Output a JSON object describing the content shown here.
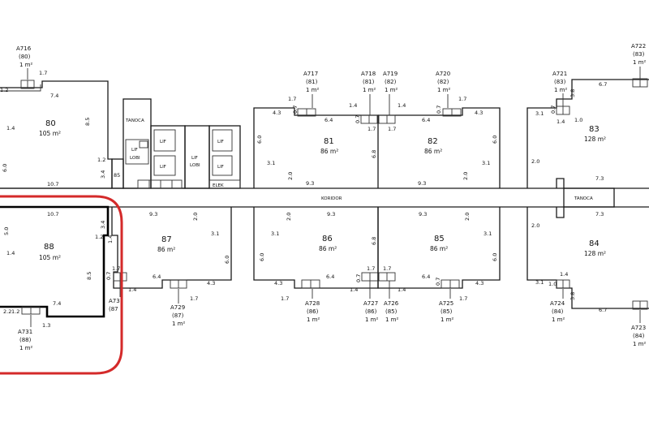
{
  "units": [
    {
      "id": "u80",
      "number": "80",
      "area": "105 m²"
    },
    {
      "id": "u81",
      "number": "81",
      "area": "86 m²"
    },
    {
      "id": "u82",
      "number": "82",
      "area": "86 m²"
    },
    {
      "id": "u83",
      "number": "83",
      "area": "128 m²"
    },
    {
      "id": "u88",
      "number": "88",
      "area": "105 m²"
    },
    {
      "id": "u87",
      "number": "87",
      "area": "86 m²"
    },
    {
      "id": "u86",
      "number": "86",
      "area": "86 m²"
    },
    {
      "id": "u85",
      "number": "85",
      "area": "86 m²"
    },
    {
      "id": "u84",
      "number": "84",
      "area": "128 m²"
    }
  ],
  "storage": [
    {
      "id": "a716",
      "code": "A716",
      "unit": "(80)",
      "area": "1 m²"
    },
    {
      "id": "a717",
      "code": "A717",
      "unit": "(81)",
      "area": "1 m²"
    },
    {
      "id": "a718",
      "code": "A718",
      "unit": "(81)",
      "area": "1 m²"
    },
    {
      "id": "a719",
      "code": "A719",
      "unit": "(82)",
      "area": "1 m²"
    },
    {
      "id": "a720",
      "code": "A720",
      "unit": "(82)",
      "area": "1 m²"
    },
    {
      "id": "a721",
      "code": "A721",
      "unit": "(83)",
      "area": "1 m²"
    },
    {
      "id": "a722",
      "code": "A722",
      "unit": "(83)",
      "area": "1 m²"
    },
    {
      "id": "a731",
      "code": "A731",
      "unit": "(88)",
      "area": "1 m²"
    },
    {
      "id": "a730",
      "code": "A73",
      "unit": "(87",
      "area": ""
    },
    {
      "id": "a729",
      "code": "A729",
      "unit": "(87)",
      "area": "1 m²"
    },
    {
      "id": "a728",
      "code": "A728",
      "unit": "(86)",
      "area": "1 m²"
    },
    {
      "id": "a727",
      "code": "A727",
      "unit": "(86)",
      "area": "1 m²"
    },
    {
      "id": "a726",
      "code": "A726",
      "unit": "(85)",
      "area": "1 m²"
    },
    {
      "id": "a725",
      "code": "A725",
      "unit": "(85)",
      "area": "1 m²"
    },
    {
      "id": "a724",
      "code": "A724",
      "unit": "(84)",
      "area": "1 m²"
    },
    {
      "id": "a723",
      "code": "A723",
      "unit": "(84)",
      "area": "1 m²"
    }
  ],
  "labels": {
    "corridor": "KORIDOR",
    "terrace_top": "TANOCA",
    "terrace_right": "TANOCA",
    "lift_1": "LIF",
    "lift_1_sub": "LOBI",
    "lift_2": "LIF",
    "lift_3": "LIF",
    "lift_3_sub": "LOBI",
    "lift_4": "LIF",
    "lift_5": "LIF",
    "lift_6": "LIF",
    "elek": "ELEK",
    "stair_85": "85"
  },
  "dims": {
    "d_74_a": "7.4",
    "d_85": "8.5",
    "d_60": "6.0",
    "d_14a": "1.4",
    "d_34": "3.4",
    "d_107": "10.7",
    "d_12a": "1.2",
    "d_17a": "1.7",
    "d_12b": "1.2",
    "d_107b": "10.7",
    "d_50": "5.0",
    "d_14b": "1.4",
    "d_12c": "1.2",
    "d_85b": "8.5",
    "d_74b": "7.4",
    "d_22": "2.2",
    "d_12d": "1.2",
    "d_13": "1.3",
    "d_34b": "3.4",
    "d_14c": "1.4",
    "d_64a": "6.4",
    "d_43a": "4.3",
    "d_31a": "3.1",
    "d_60b": "6.0",
    "d_20a": "2.0",
    "d_93a": "9.3",
    "d_68a": "6.8",
    "d_07a": "0.7",
    "d_17b": "1.7",
    "d_14d": "1.4",
    "d_07b": "0.7",
    "d_64b": "6.4",
    "d_43b": "4.3",
    "d_31b": "3.1",
    "d_60c": "6.0",
    "d_20b": "2.0",
    "d_93b": "9.3",
    "d_07c": "0.7",
    "d_17c": "1.7",
    "d_14e": "1.4",
    "d_67a": "6.7",
    "d_31c": "3.1",
    "d_14f": "1.4",
    "d_10a": "1.0",
    "d_38a": "3.8",
    "d_73a": "7.3",
    "d_20c": "2.0",
    "d_17d": "1.7",
    "d_93c": "9.3",
    "d_31d": "3.1",
    "d_60d": "6.0",
    "d_64c": "6.4",
    "d_43c": "4.3",
    "d_17e": "1.7",
    "d_14g": "1.4",
    "d_07d": "0.7",
    "d_93d": "9.3",
    "d_68b": "6.8",
    "d_31e": "3.1",
    "d_60e": "6.0",
    "d_64d": "6.4",
    "d_43d": "4.3",
    "d_17f": "1.7",
    "d_14h": "1.4",
    "d_07e": "0.7",
    "d_93e": "9.3",
    "d_20d": "2.0",
    "d_31f": "3.1",
    "d_60f": "6.0",
    "d_64e": "6.4",
    "d_43e": "4.3",
    "d_17g": "1.7",
    "d_14i": "1.4",
    "d_07f": "0.7",
    "d_73b": "7.3",
    "d_20e": "2.0",
    "d_38b": "3.8",
    "d_67b": "6.7",
    "d_10b": "1.0",
    "d_14j": "1.4",
    "d_17h": "1.7",
    "d_07g": "0.7"
  }
}
